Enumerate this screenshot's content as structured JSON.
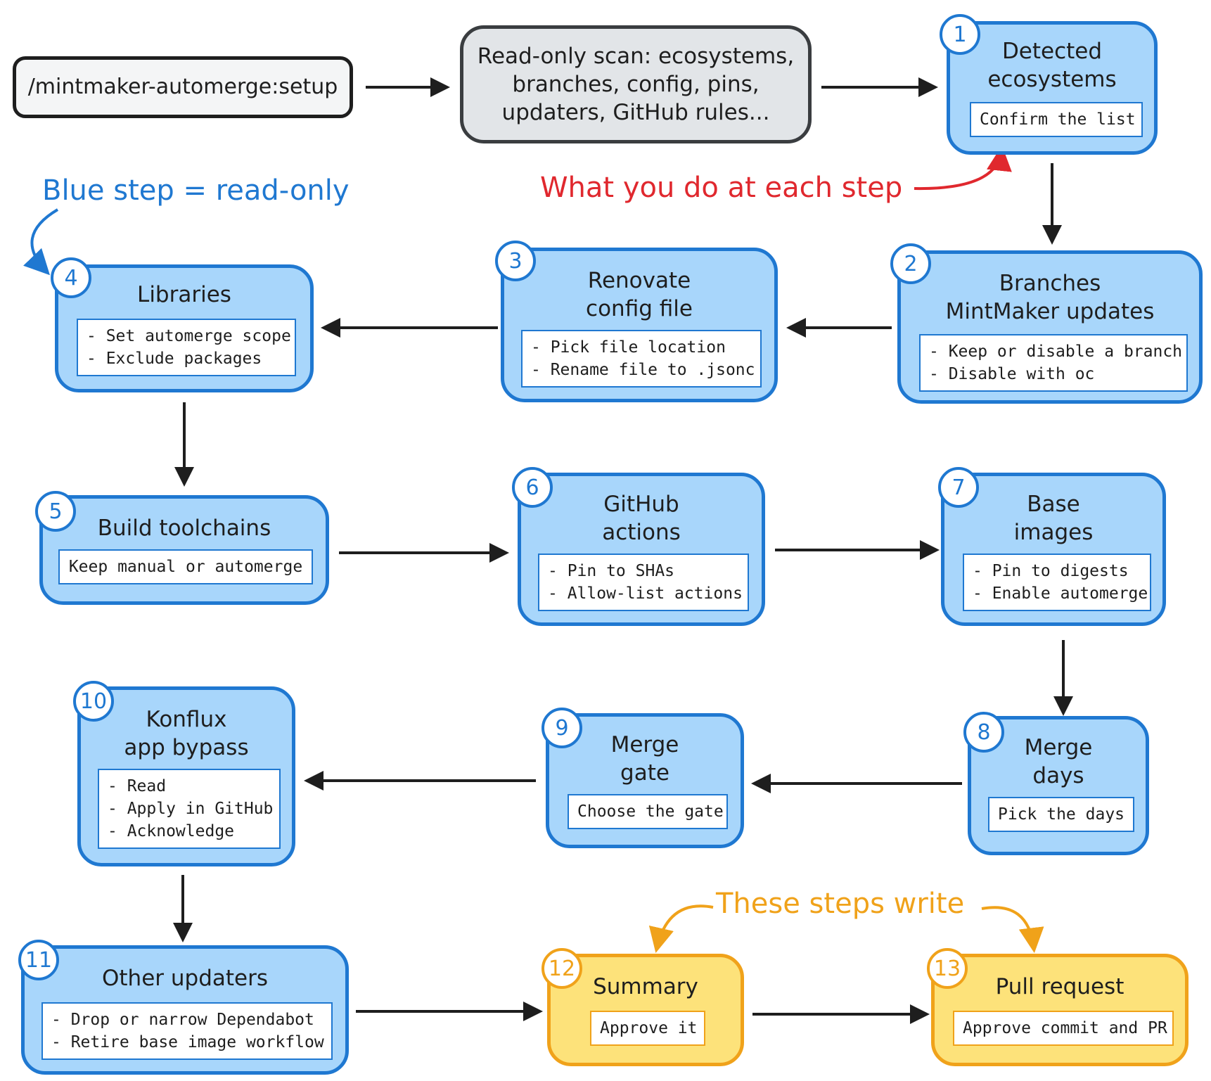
{
  "start": {
    "label": "/mintmaker-automerge:setup"
  },
  "scan": {
    "lines": [
      "Read-only scan: ecosystems,",
      "branches, config, pins,",
      "updaters, GitHub rules..."
    ]
  },
  "annotations": {
    "blue_note": "Blue step = read-only",
    "red_note": "What you do at each step",
    "amber_note": "These steps write"
  },
  "steps": [
    {
      "number": "1",
      "title": [
        "Detected",
        "ecosystems"
      ],
      "actions": [
        "Confirm the list"
      ]
    },
    {
      "number": "2",
      "title": [
        "Branches",
        "MintMaker updates"
      ],
      "actions": [
        "- Keep or disable a branch",
        "- Disable with oc"
      ]
    },
    {
      "number": "3",
      "title": [
        "Renovate",
        "config file"
      ],
      "actions": [
        "- Pick file location",
        "- Rename file to .jsonc"
      ]
    },
    {
      "number": "4",
      "title": [
        "Libraries"
      ],
      "actions": [
        "- Set automerge scope",
        "- Exclude packages"
      ]
    },
    {
      "number": "5",
      "title": [
        "Build toolchains"
      ],
      "actions": [
        "Keep manual or automerge"
      ]
    },
    {
      "number": "6",
      "title": [
        "GitHub",
        "actions"
      ],
      "actions": [
        "- Pin to SHAs",
        "- Allow-list actions"
      ]
    },
    {
      "number": "7",
      "title": [
        "Base",
        "images"
      ],
      "actions": [
        "- Pin to digests",
        "- Enable automerge"
      ]
    },
    {
      "number": "8",
      "title": [
        "Merge",
        "days"
      ],
      "actions": [
        "Pick the days"
      ]
    },
    {
      "number": "9",
      "title": [
        "Merge",
        "gate"
      ],
      "actions": [
        "Choose the gate"
      ]
    },
    {
      "number": "10",
      "title": [
        "Konflux",
        "app bypass"
      ],
      "actions": [
        "- Read",
        "- Apply in GitHub",
        "- Acknowledge"
      ]
    },
    {
      "number": "11",
      "title": [
        "Other updaters"
      ],
      "actions": [
        "- Drop or narrow Dependabot",
        "- Retire base image workflow"
      ]
    },
    {
      "number": "12",
      "title": [
        "Summary"
      ],
      "actions": [
        "Approve it"
      ]
    },
    {
      "number": "13",
      "title": [
        "Pull request"
      ],
      "actions": [
        "Approve commit and PR"
      ]
    }
  ],
  "colors": {
    "read_only_fill": "#a8d6fb",
    "read_only_stroke": "#1f78d1",
    "write_fill": "#fde27a",
    "write_stroke": "#f0a21a",
    "note_red": "#e0282e",
    "arrow": "#1e1e1e"
  }
}
